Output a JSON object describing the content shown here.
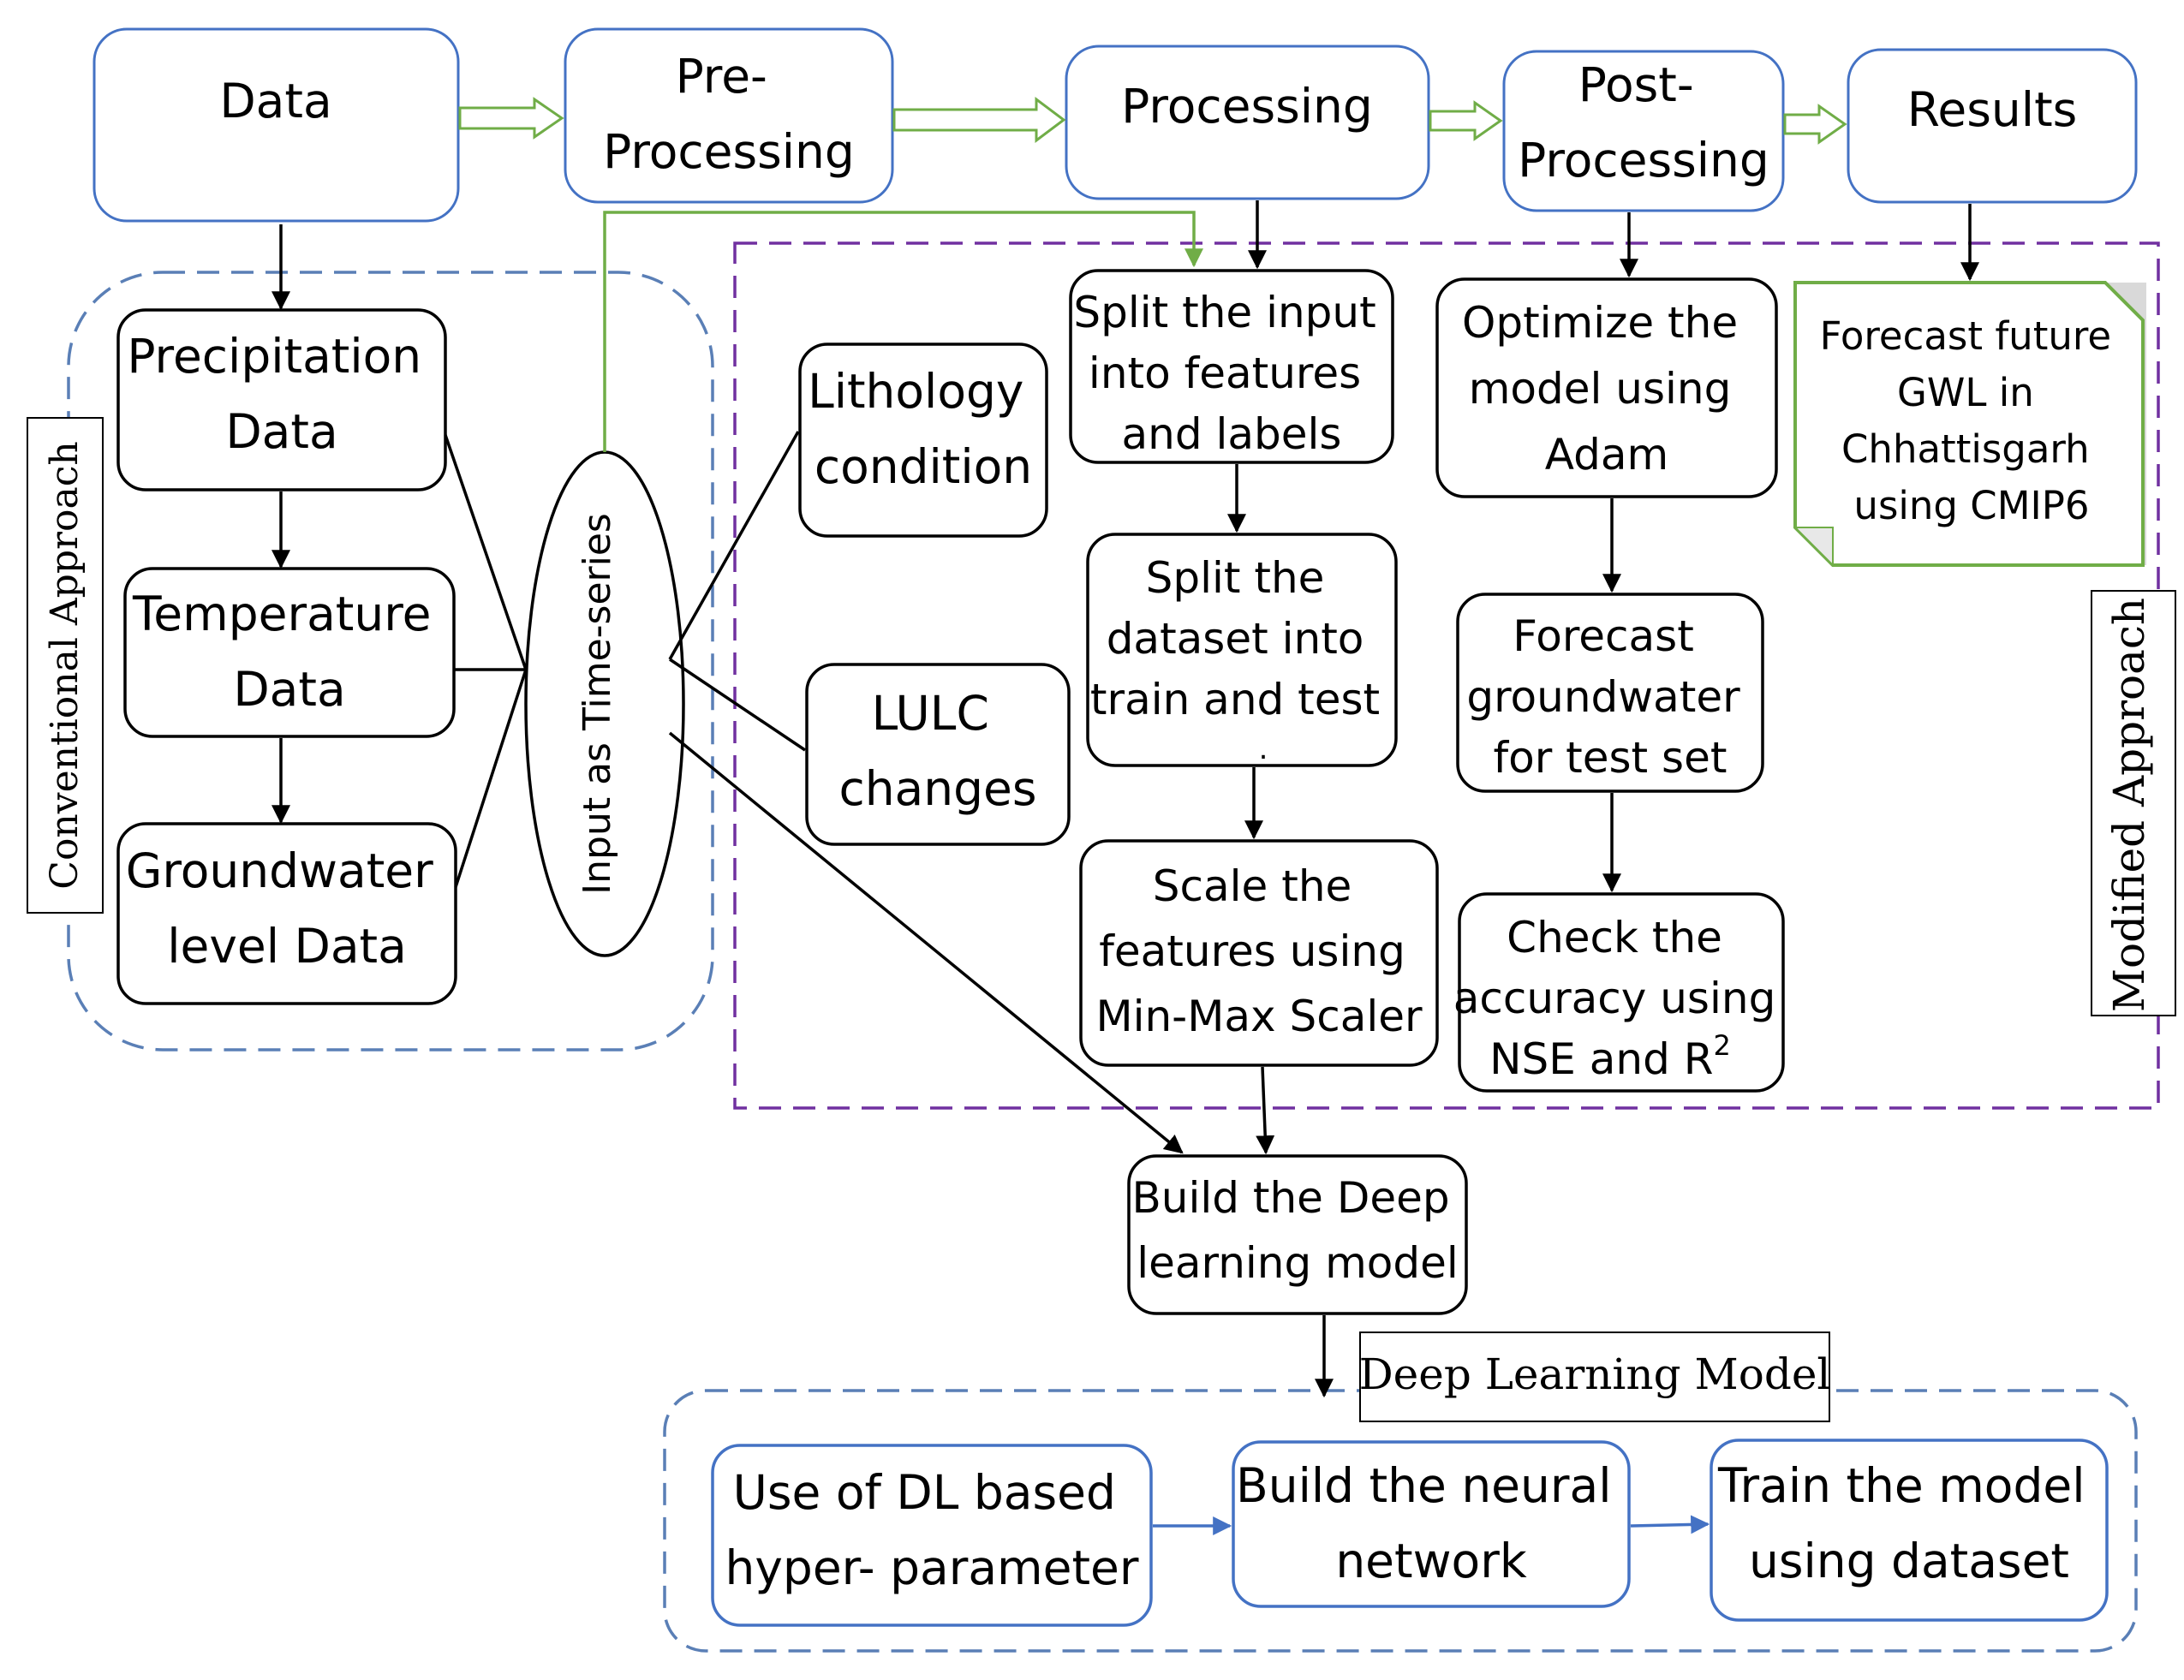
{
  "colors": {
    "blue_box": "#4472c4",
    "black": "#000000",
    "green": "#70ad47",
    "purple_dash": "#7030a0",
    "blue_dash": "#5a7fb6"
  },
  "header": {
    "data": [
      "Data"
    ],
    "pre_processing": [
      "Pre-",
      "Processing"
    ],
    "processing": [
      "Processing"
    ],
    "post_processing": [
      "Post-",
      "Processing"
    ],
    "results": [
      "Results"
    ]
  },
  "conventional": {
    "label": "Conventional Approach",
    "precipitation": [
      "Precipitation",
      "Data"
    ],
    "temperature": [
      "Temperature",
      "Data"
    ],
    "groundwater": [
      "Groundwater",
      "level Data"
    ],
    "time_series": "Input as Time-series"
  },
  "modified": {
    "label": "Modified Approach",
    "lithology": [
      "Lithology",
      "condition"
    ],
    "lulc": [
      "LULC",
      "changes"
    ],
    "split_features": [
      "Split the input",
      "into features",
      "and labels"
    ],
    "split_dataset": [
      "Split the",
      "dataset into",
      "train and test",
      "."
    ],
    "scale": [
      "Scale the",
      "features using",
      "Min-Max Scaler"
    ],
    "optimize": [
      "Optimize the",
      "model using",
      "Adam"
    ],
    "forecast_test": [
      "Forecast",
      "groundwater",
      "for test set"
    ],
    "check_accuracy": [
      "Check the",
      "accuracy using",
      "NSE and R",
      "2"
    ],
    "forecast_future": [
      "Forecast future",
      "GWL in",
      "Chhattisgarh",
      "using CMIP6"
    ]
  },
  "build_model": [
    "Build the Deep",
    "learning model"
  ],
  "deep_learning": {
    "label": "Deep Learning Model",
    "use_dl": [
      "Use of DL based",
      "hyper- parameter"
    ],
    "build_nn": [
      "Build the neural",
      "network"
    ],
    "train": [
      "Train the model",
      "using dataset"
    ]
  }
}
